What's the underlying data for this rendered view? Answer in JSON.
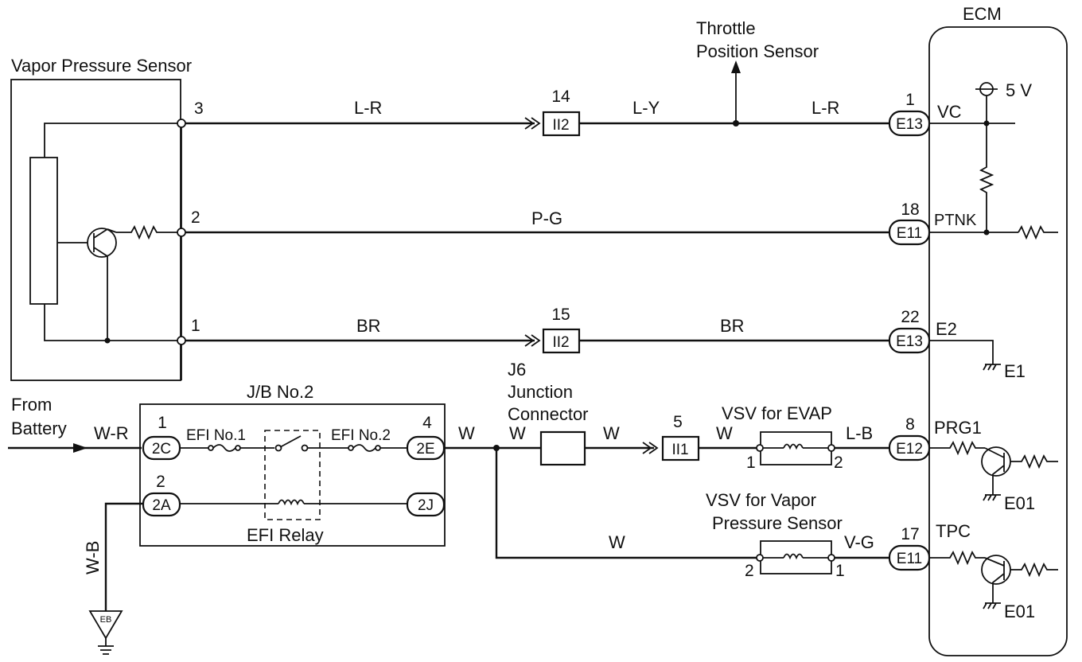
{
  "colors": {
    "line": "#111111",
    "background": "#ffffff"
  },
  "labels": {
    "vapor_sensor": "Vapor Pressure Sensor",
    "throttle_1": "Throttle",
    "throttle_2": "Position Sensor",
    "ecm": "ECM",
    "five_v": "5 V",
    "from_1": "From",
    "from_2": "Battery",
    "jb": "J/B No.2",
    "efi_no1": "EFI No.1",
    "efi_no2": "EFI No.2",
    "efi_relay": "EFI Relay",
    "j6_1": "J6",
    "j6_2": "Junction",
    "j6_3": "Connector",
    "vsv_evap": "VSV for EVAP",
    "vsv_vp_1": "VSV for Vapor",
    "vsv_vp_2": "Pressure Sensor",
    "eb": "EB"
  },
  "pins": {
    "sensor_3": "3",
    "sensor_2": "2",
    "sensor_1": "1",
    "ii2_14": "14",
    "ii2_15": "15",
    "ii1_5": "5",
    "ecm_vc": "1",
    "ecm_ptnk": "18",
    "ecm_e2": "22",
    "ecm_prg": "8",
    "ecm_tpc": "17",
    "jb_1": "1",
    "jb_2": "2",
    "jb_4": "4",
    "evap_1": "1",
    "evap_2": "2",
    "vp_2": "2",
    "vp_1": "1"
  },
  "wires": {
    "lr_left": "L-R",
    "ly": "L-Y",
    "lr_right": "L-R",
    "pg": "P-G",
    "br_left": "BR",
    "br_right": "BR",
    "wr": "W-R",
    "wb": "W-B",
    "w_1": "W",
    "w_2": "W",
    "w_3": "W",
    "w_4": "W",
    "w_5": "W",
    "lb": "L-B",
    "vg": "V-G"
  },
  "connectors": {
    "ii2_a": "II2",
    "ii2_b": "II2",
    "ii1": "II1",
    "e13_a": "E13",
    "e11_a": "E11",
    "e13_b": "E13",
    "e12": "E12",
    "e11_b": "E11",
    "c2c": "2C",
    "c2a": "2A",
    "c2e": "2E",
    "c2j": "2J"
  },
  "ecm_terminals": {
    "vc": "VC",
    "ptnk": "PTNK",
    "e2": "E2",
    "e1": "E1",
    "prg1": "PRG1",
    "e01_a": "E01",
    "tpc": "TPC",
    "e01_b": "E01"
  }
}
